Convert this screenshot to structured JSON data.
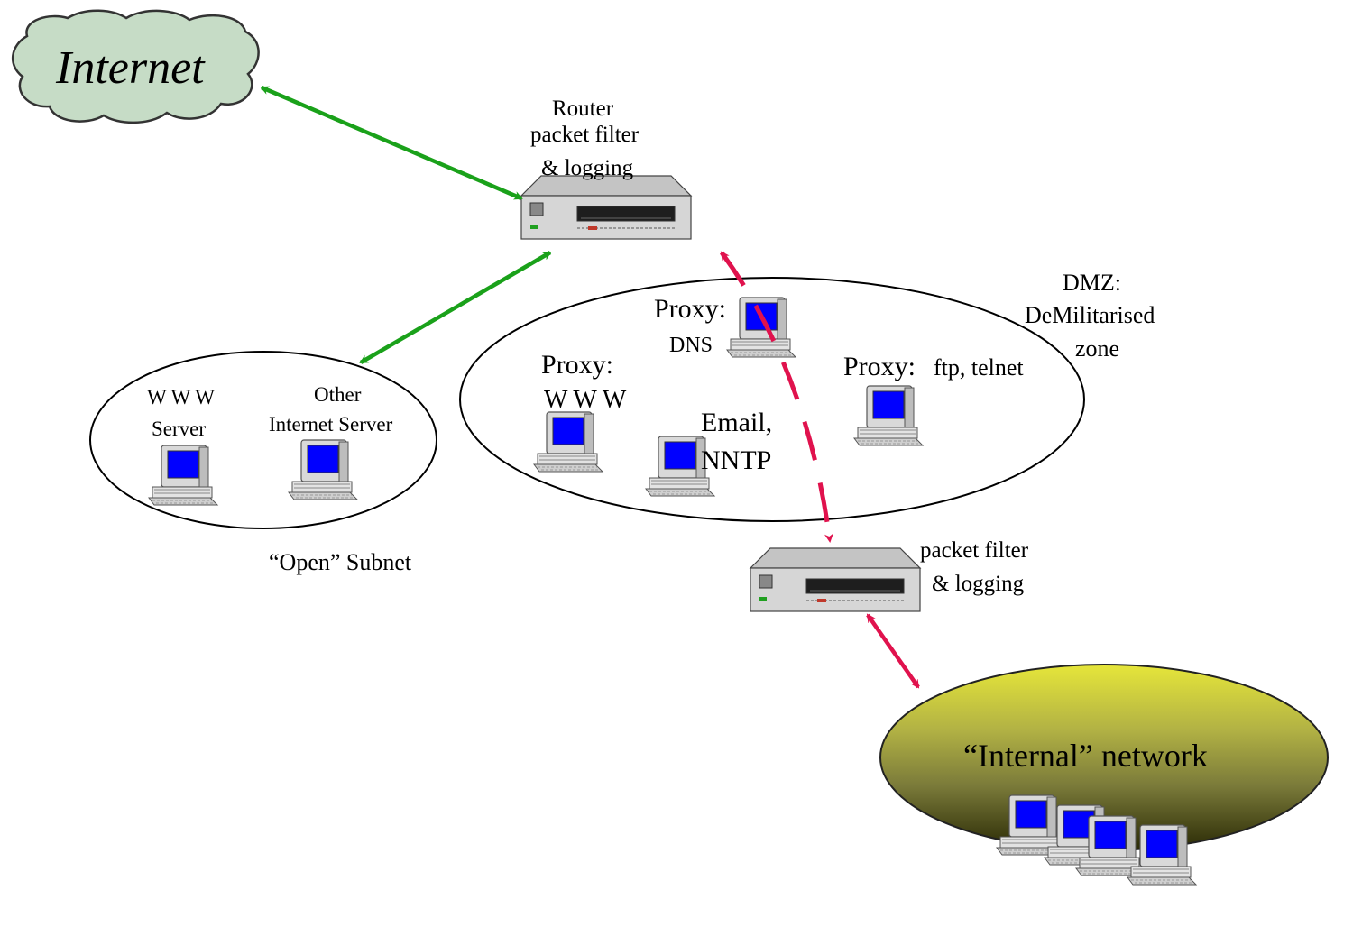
{
  "labels": {
    "internet": "Internet",
    "router_line1": "Router",
    "router_line2": "packet filter",
    "router_line3": "& logging",
    "dmz_line1": "DMZ:",
    "dmz_line2": "DeMilitarised",
    "dmz_line3": "zone",
    "proxy_dns_title": "Proxy:",
    "proxy_dns_sub": "DNS",
    "proxy_www_title": "Proxy:",
    "proxy_www_sub": "W W W",
    "email_line1": "Email,",
    "email_line2": "NNTP",
    "proxy_ftp_title": "Proxy:",
    "proxy_ftp_sub": "ftp, telnet",
    "www_server_line1": "W W W",
    "www_server_line2": "Server",
    "other_server_line1": "Other",
    "other_server_line2": "Internet Server",
    "open_subnet": "“Open” Subnet",
    "filter2_line1": "packet filter",
    "filter2_line2": "& logging",
    "internal_network": "“Internal” network"
  },
  "colors": {
    "internet_cloud": "#c6dcc6",
    "green_link": "#1aa11a",
    "red_link": "#e0124d",
    "screen_blue": "#0000ff",
    "device_gray": "#d4d4d4",
    "internal_top": "#e6e63a",
    "internal_bottom": "#2a2a05"
  }
}
